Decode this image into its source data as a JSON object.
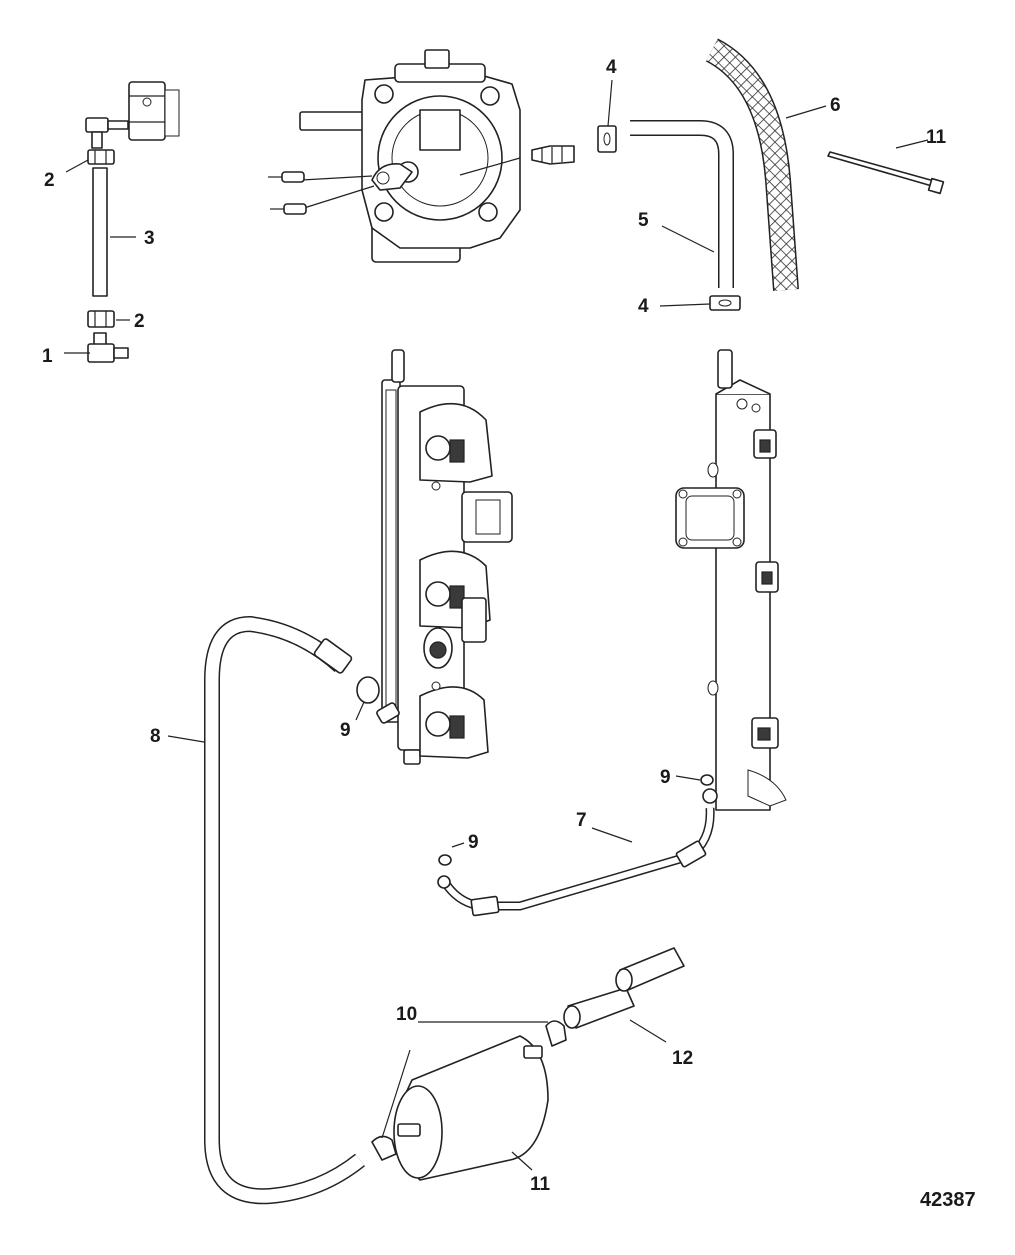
{
  "figure_number": "42387",
  "callouts": {
    "c1": "1",
    "c2a": "2",
    "c2b": "2",
    "c3": "3",
    "c4a": "4",
    "c4b": "4",
    "c5": "5",
    "c6": "6",
    "c7": "7",
    "c8": "8",
    "c9a": "9",
    "c9b": "9",
    "c9c": "9",
    "c10": "10",
    "c11a": "11",
    "c11b": "11",
    "c12": "12"
  }
}
